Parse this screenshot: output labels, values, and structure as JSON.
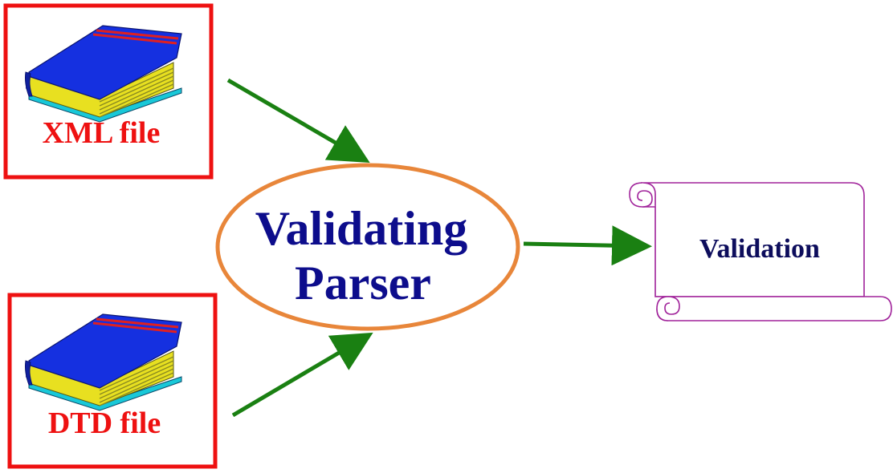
{
  "inputs": {
    "xml_label": "XML file",
    "dtd_label": "DTD file"
  },
  "parser": {
    "line1": "Validating",
    "line2": "Parser"
  },
  "output": {
    "label": "Validation"
  },
  "colors": {
    "file_box_border": "#ee1111",
    "file_label": "#ee1111",
    "parser_outline": "#e8863a",
    "parser_text": "#0d0d8c",
    "arrow": "#1a8012",
    "scroll_outline": "#a0229a",
    "output_text": "#0d0d5c",
    "book_cover": "#1530e0",
    "book_pages": "#e8e020",
    "book_stripe": "#e02020",
    "book_base": "#18c8d8"
  },
  "icons": {
    "xml": "book-icon",
    "dtd": "book-icon",
    "output": "scroll-icon"
  }
}
